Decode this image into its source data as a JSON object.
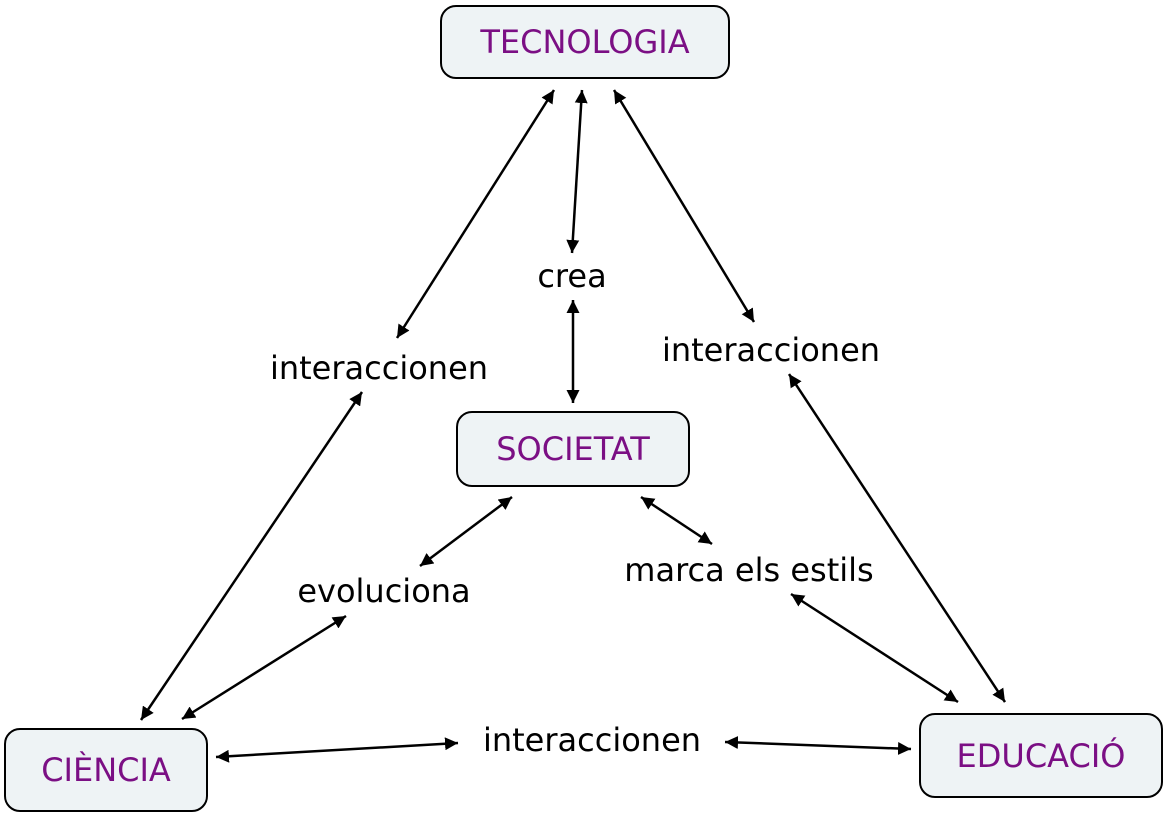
{
  "concepts": {
    "tecnologia": "TECNOLOGIA",
    "societat": "SOCIETAT",
    "ciencia": "CIÈNCIA",
    "educacio": "EDUCACIÓ"
  },
  "links": {
    "crea": "crea",
    "interaccionen_left": "interaccionen",
    "interaccionen_right": "interaccionen",
    "interaccionen_bottom": "interaccionen",
    "evoluciona": "evoluciona",
    "marca_els_estils": "marca els estils"
  },
  "colors": {
    "concept_text": "#7b0f84",
    "concept_fill": "#eef3f5",
    "line": "#000000"
  }
}
